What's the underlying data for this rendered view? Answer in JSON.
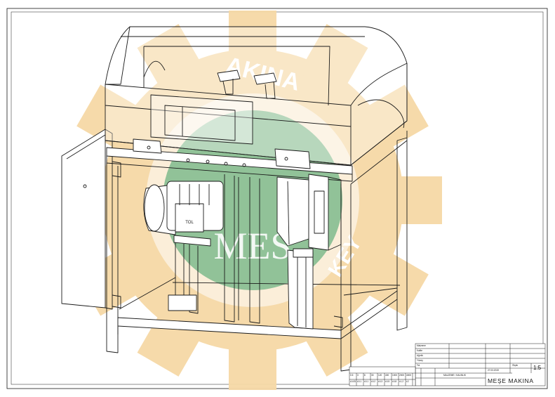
{
  "drawing": {
    "company": "MEŞE MAKINA",
    "watermark_text": "MES",
    "watermark_ring_top": "AKINA",
    "watermark_ring_bottom": "KEY",
    "motor_badge": "TOL"
  },
  "title_block": {
    "scale": "1:5",
    "date": "27.03.2019",
    "material_note": "MALZEME / KALINLIK",
    "row_labels": [
      "Malzeme",
      "Kalite",
      "Ağırlık",
      "Yüzey",
      "Tol.",
      "Ölçek"
    ],
    "tolerance_header": [
      "0.5",
      "3",
      "6",
      "30",
      "120",
      "400",
      "1000",
      "2000",
      "4000"
    ],
    "tolerance_values": [
      "±0.05",
      "±0.1",
      "±0.1",
      "±0.2",
      "±0.3",
      "±0.5",
      "±0.8",
      "±1.2",
      "±2"
    ]
  },
  "colors": {
    "line": "#1a1a1a",
    "logo_gear": "#f6d9a6",
    "logo_circle": "#8cbf93",
    "paper": "#ffffff"
  }
}
